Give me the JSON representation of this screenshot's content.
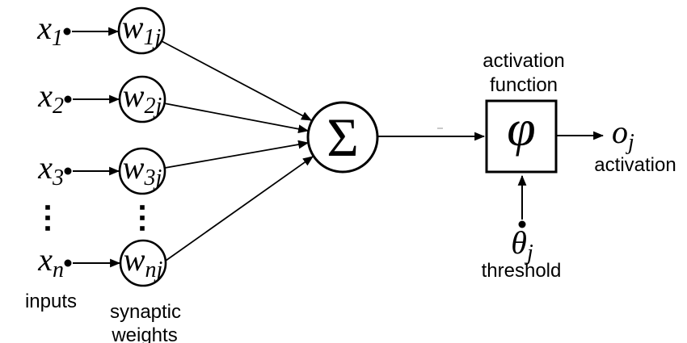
{
  "colors": {
    "ink": "#000000",
    "background": "#ffffff"
  },
  "inputs": [
    {
      "base": "x",
      "sub": "1"
    },
    {
      "base": "x",
      "sub": "2"
    },
    {
      "base": "x",
      "sub": "3"
    },
    {
      "base": "x",
      "sub": "n"
    }
  ],
  "weights": [
    {
      "base": "w",
      "sub": "1j"
    },
    {
      "base": "w",
      "sub": "2j"
    },
    {
      "base": "w",
      "sub": "3j"
    },
    {
      "base": "w",
      "sub": "nj"
    }
  ],
  "sum_node": {
    "symbol": "Σ"
  },
  "activation_node": {
    "symbol": "φ",
    "label_line1": "activation",
    "label_line2": "function"
  },
  "output": {
    "base": "o",
    "sub": "j",
    "label": "activation"
  },
  "threshold": {
    "base": "θ",
    "sub": "j",
    "label": "threshold"
  },
  "captions": {
    "inputs": "inputs",
    "weights_line1": "synaptic",
    "weights_line2": "weights"
  }
}
